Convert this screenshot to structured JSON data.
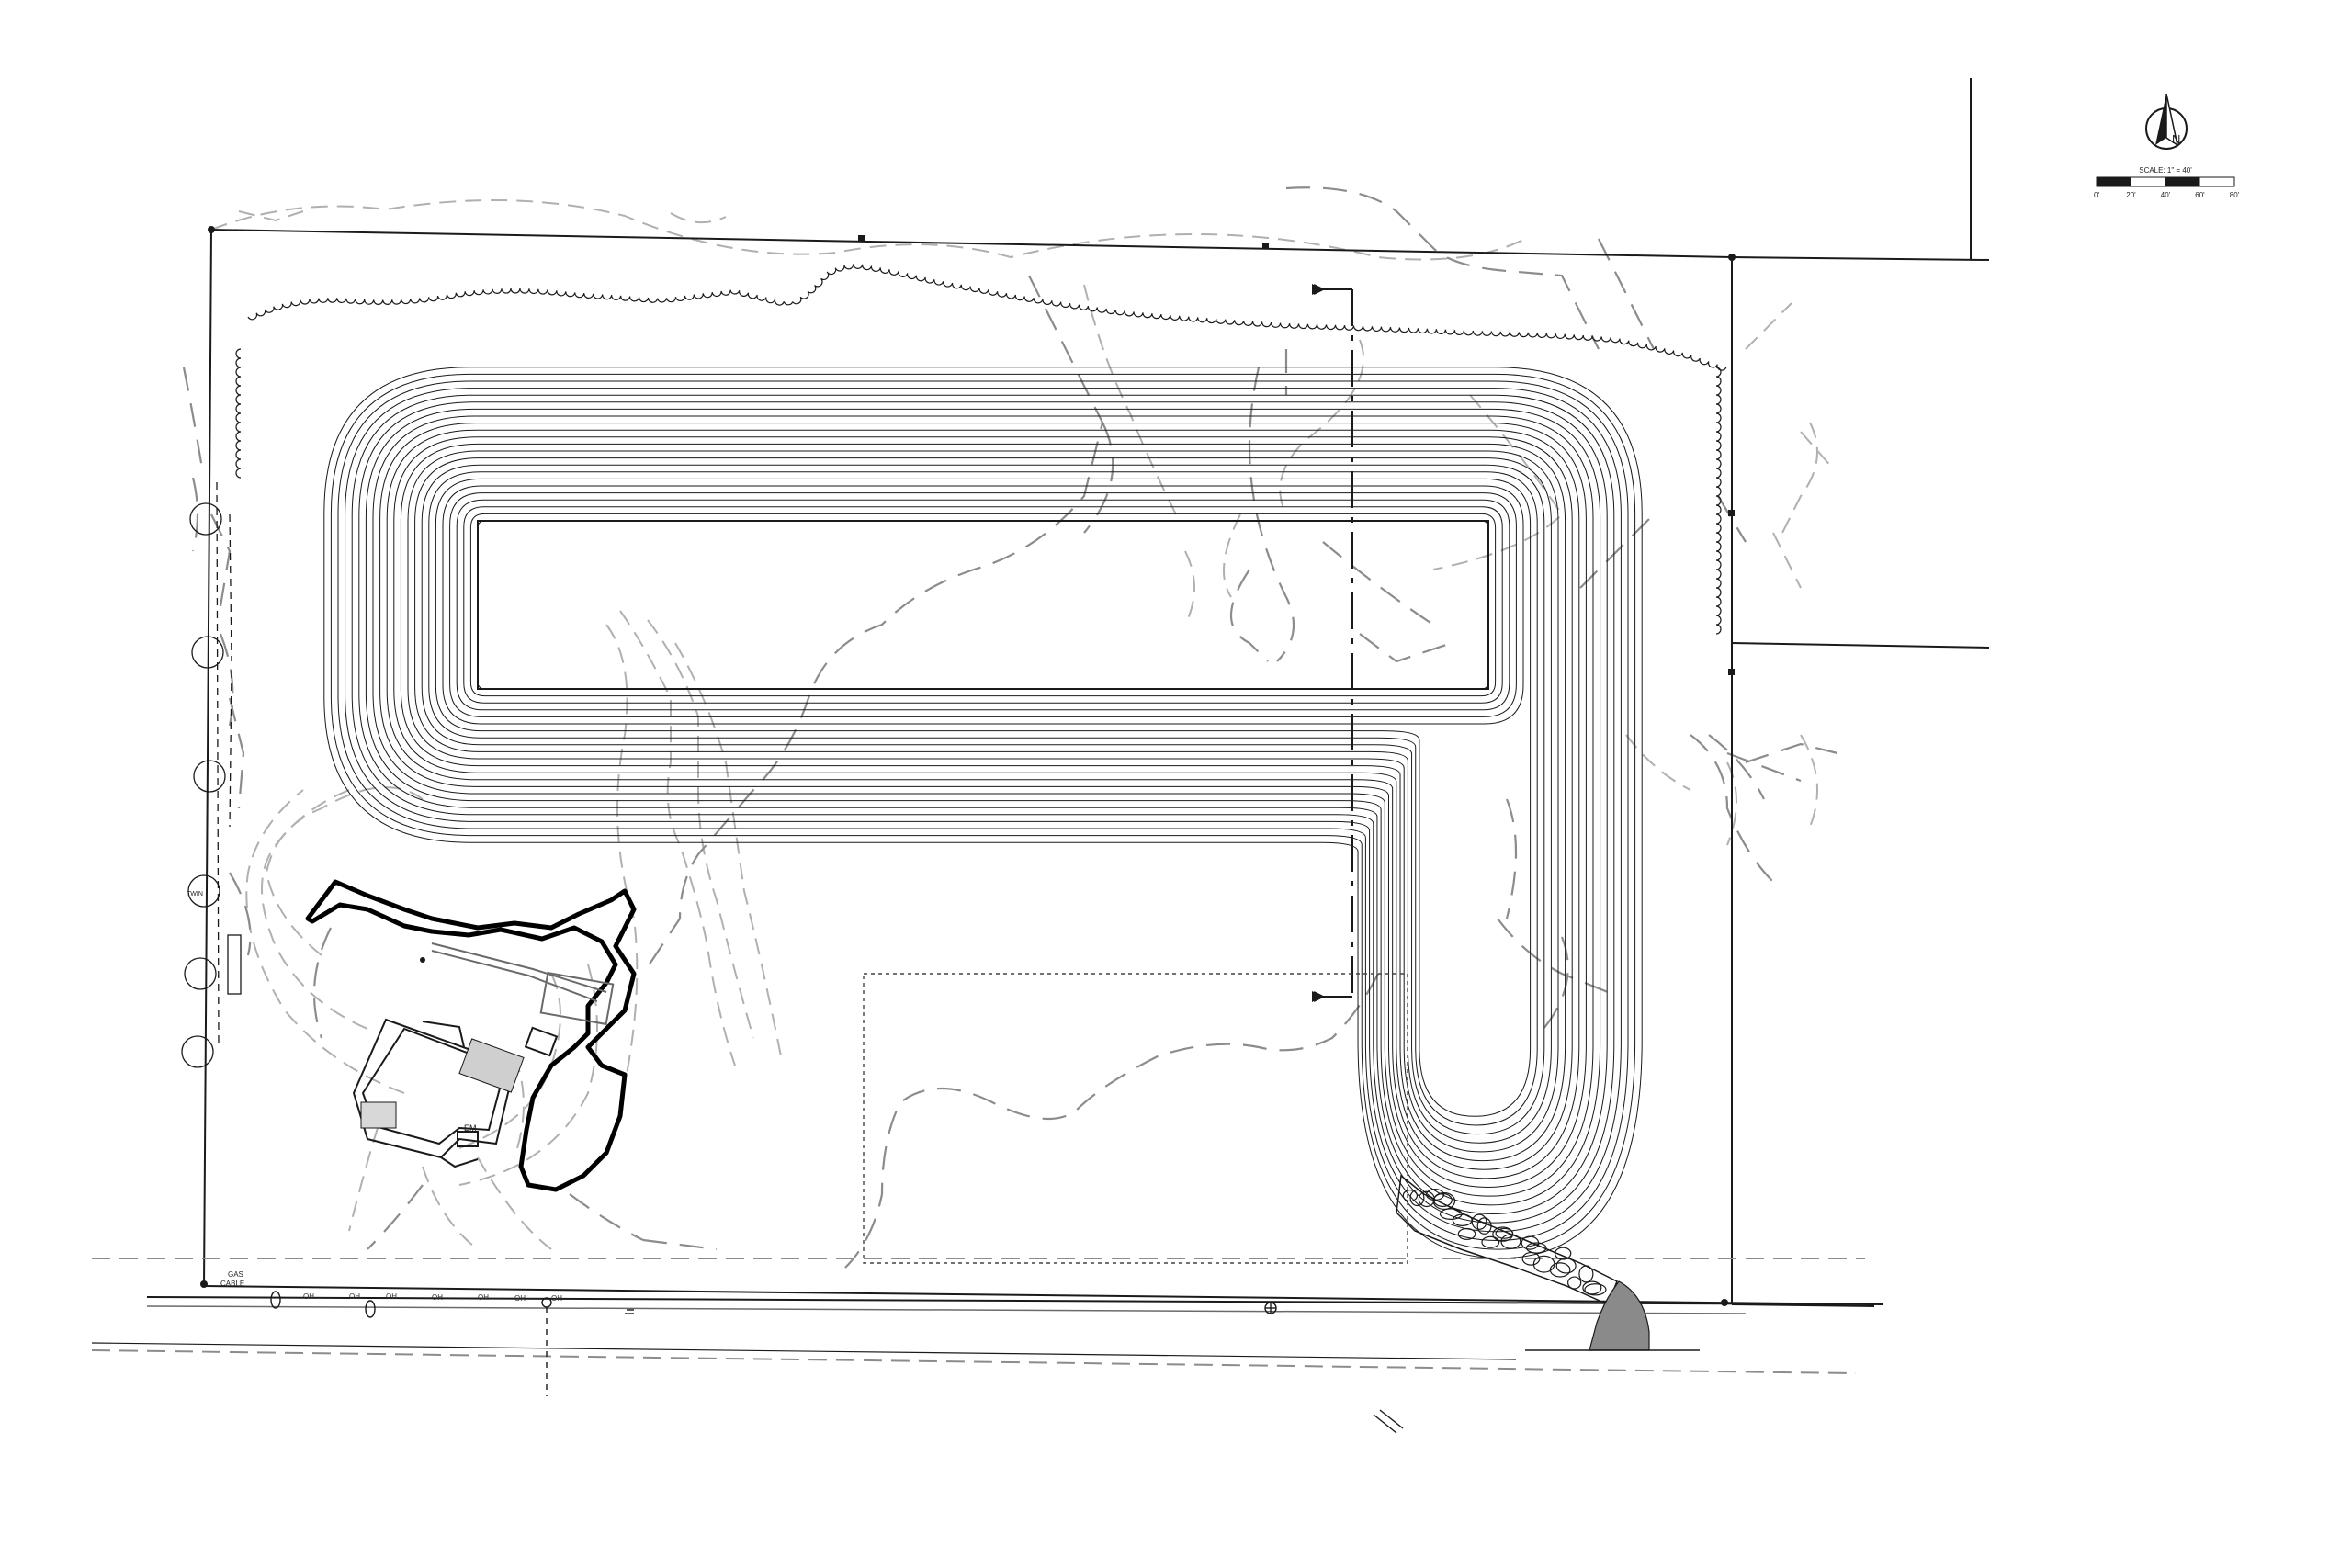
{
  "labels": {
    "scale": "SCALE: 1\" = 40'",
    "scale_ticks": [
      "0'",
      "20'",
      "40'",
      "60'",
      "80'"
    ],
    "north": "N",
    "em": "EM",
    "gas": "GAS",
    "cable": "CABLE",
    "tree_tag": "TWIN"
  },
  "colors": {
    "ink": "#1a1a1a",
    "grey": "#8c8c8c",
    "light": "#b5b5b5",
    "fill": "#8a8a8a"
  }
}
